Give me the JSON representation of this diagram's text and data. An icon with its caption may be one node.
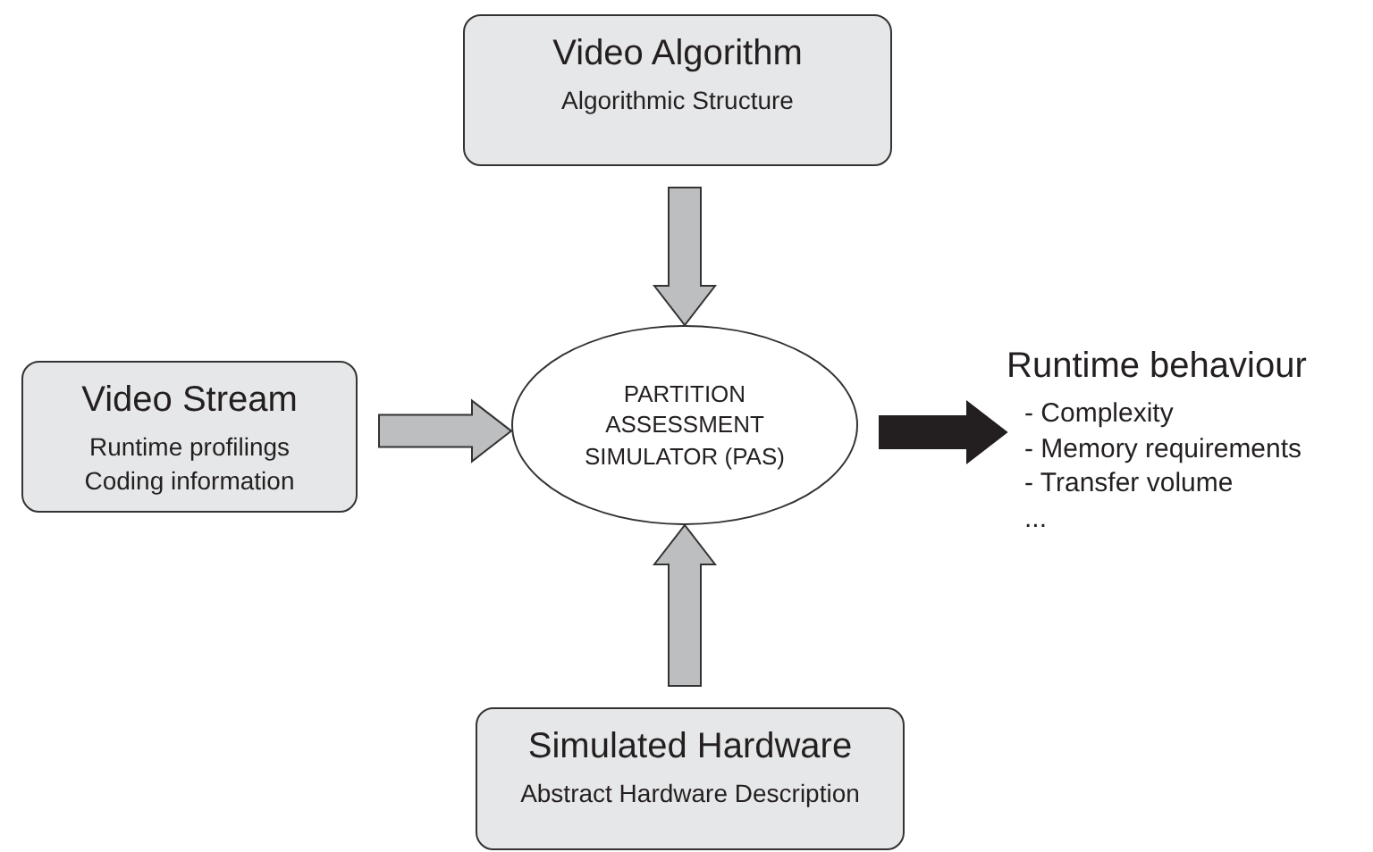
{
  "diagram": {
    "nodes": [
      {
        "text": [
          "Video Algorithm",
          "Algorithmic Structure"
        ]
      },
      {
        "text": [
          "Video Stream",
          "Runtime profilings Coding information"
        ]
      },
      {
        "text": [
          "PARTITION ASSESSMENT SIMULATOR (PAS)"
        ]
      },
      {
        "text": [
          "Runtime behaviour",
          "- Complexity",
          "- Memory requirements",
          "- Transfer volume",
          "..."
        ]
      },
      {
        "text": [
          "Simulated Hardware",
          "Abstract Hardware Description"
        ]
      }
    ],
    "edges": [
      {
        "from": 0,
        "to": 2,
        "arrow": "to"
      },
      {
        "from": 1,
        "to": 2,
        "arrow": "to"
      },
      {
        "from": 4,
        "to": 2,
        "arrow": "to"
      },
      {
        "from": 2,
        "to": 3,
        "arrow": "to",
        "color": "#231f20"
      }
    ]
  }
}
